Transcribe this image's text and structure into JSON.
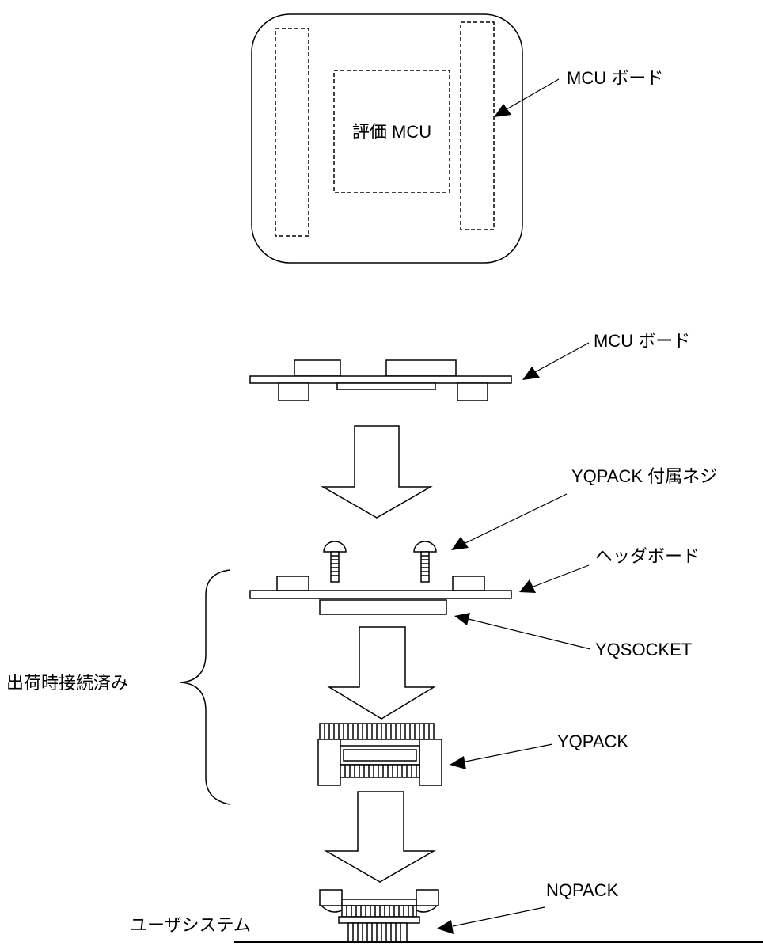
{
  "labels": {
    "mcu_board_top": "MCU ボード",
    "eval_mcu": "評価 MCU",
    "mcu_board_side": "MCU ボード",
    "yqpack_screws": "YQPACK 付属ネジ",
    "header_board": "ヘッダボード",
    "yqsocket": "YQSOCKET",
    "factory_connected": "出荷時接続済み",
    "yqpack": "YQPACK",
    "nqpack": "NQPACK",
    "user_system": "ユーザシステム"
  },
  "colors": {
    "stroke": "#000000",
    "background": "#ffffff"
  }
}
